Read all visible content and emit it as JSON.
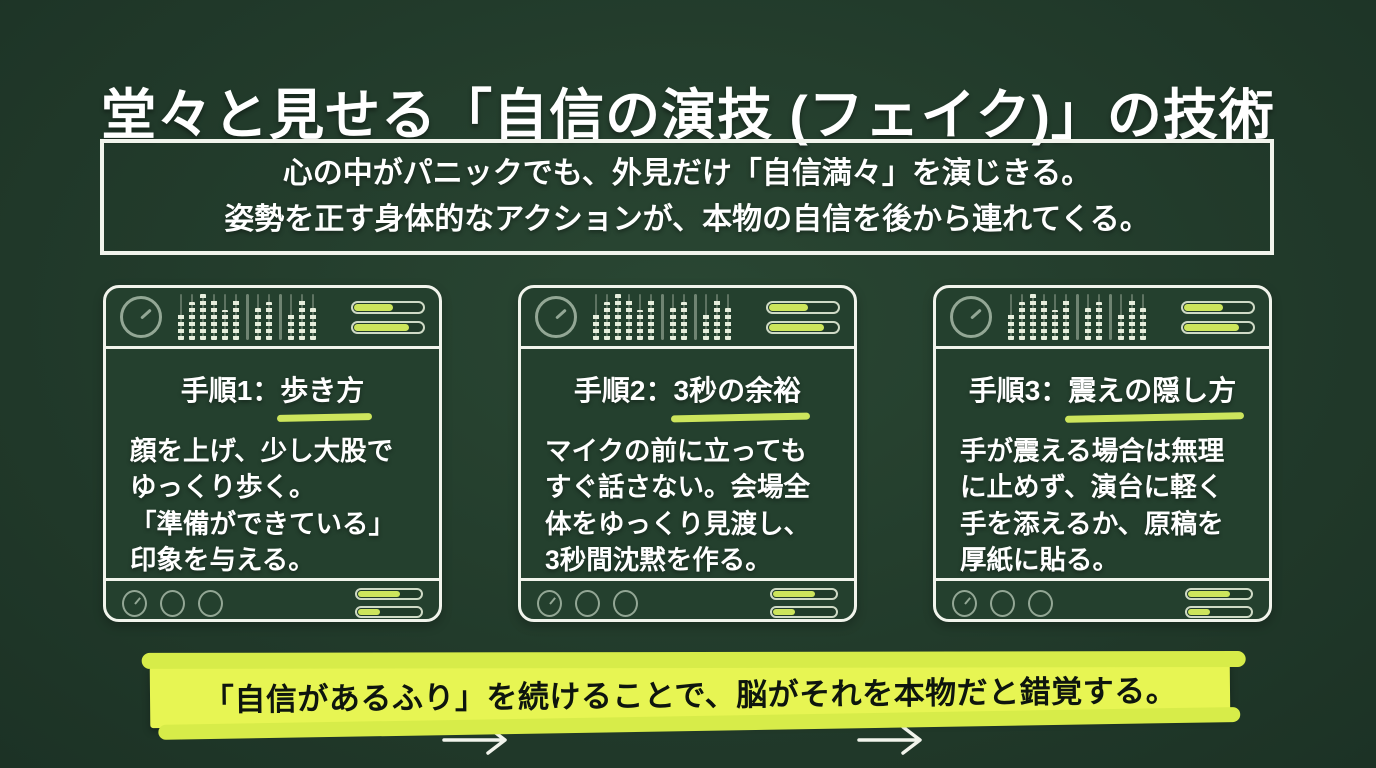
{
  "colors": {
    "background": "#223b2b",
    "card_background": "#24402e",
    "border_white": "#f1f4ec",
    "accent_lime": "#cde55c",
    "banner_lime": "#e7f553",
    "banner_text_color": "#0e150e",
    "muted_line": "#93a795"
  },
  "title": "堂々と見せる「自信の演技 (フェイク)」の技術",
  "intro": {
    "lines": [
      "心の中がパニックでも、外見だけ「自信満々」を演じきる。",
      "姿勢を正す身体的なアクションが、本物の自信を後から連れてくる。"
    ]
  },
  "cards": [
    {
      "step_label": "手順1：",
      "keyword": "歩き方",
      "body_lines": [
        "顔を上げ、少し大股で",
        "ゆっくり歩く。",
        "「準備ができている」",
        "印象を与える。"
      ]
    },
    {
      "step_label": "手順2：",
      "keyword": "3秒の余裕",
      "body_lines": [
        "マイクの前に立っても",
        "すぐ話さない。会場全",
        "体をゆっくり見渡し、",
        "3秒間沈黙を作る。"
      ]
    },
    {
      "step_label": "手順3：",
      "keyword": "震えの隠し方",
      "body_lines": [
        "手が震える場合は無理",
        "に止めず、演台に軽く",
        "手を添えるか、原稿を",
        "厚紙に貼る。"
      ]
    }
  ],
  "banner": {
    "text": "「自信があるふり」を続けることで、脳がそれを本物だと錯覚する。"
  },
  "icons": {
    "card_header_left": "gauge-dial-icon",
    "card_header_center": "equalizer-bars-icon",
    "card_header_right": "progress-pills",
    "card_footer_left": "window-dots",
    "card_footer_right": "progress-pills",
    "connector": "right-arrow-icon"
  }
}
